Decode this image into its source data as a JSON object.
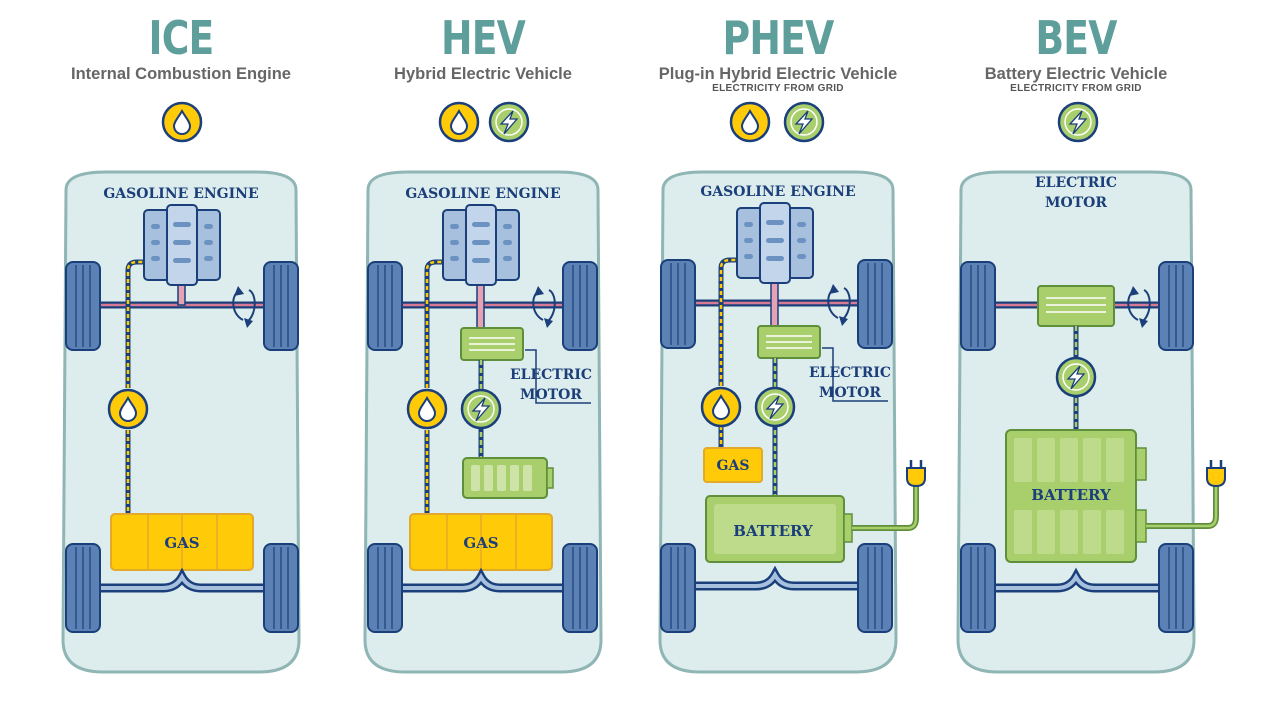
{
  "colors": {
    "title": "#5e9e9b",
    "body": "#ddecec",
    "outline": "#8fb5b5",
    "navy": "#1b3f7a",
    "gas": "#ffca08",
    "gas_line": "#e2a92a",
    "battery": "#a9cf6c",
    "battery_line": "#5f8f3b",
    "tire": "#5c82b5",
    "engine": "#a6c0de"
  },
  "icons": {
    "fuel": "fuel-drop-icon",
    "electric": "lightning-bolt-icon",
    "plug": "power-plug-icon",
    "rotation": "rotation-arrow-icon"
  },
  "panels": [
    {
      "id": "ice",
      "title": "ICE",
      "subtitle": "Internal Combustion Engine",
      "grid_note": "",
      "engine_label": "GASOLINE ENGINE",
      "gas_label": "GAS"
    },
    {
      "id": "hev",
      "title": "HEV",
      "subtitle": "Hybrid Electric Vehicle",
      "grid_note": "",
      "engine_label": "GASOLINE ENGINE",
      "motor_label_1": "ELECTRIC",
      "motor_label_2": "MOTOR",
      "gas_label": "GAS"
    },
    {
      "id": "phev",
      "title": "PHEV",
      "subtitle": "Plug-in Hybrid Electric Vehicle",
      "grid_note": "ELECTRICITY FROM GRID",
      "engine_label": "GASOLINE ENGINE",
      "motor_label_1": "ELECTRIC",
      "motor_label_2": "MOTOR",
      "gas_label": "GAS",
      "battery_label": "BATTERY"
    },
    {
      "id": "bev",
      "title": "BEV",
      "subtitle": "Battery Electric Vehicle",
      "grid_note": "ELECTRICITY FROM GRID",
      "motor_label_1": "ELECTRIC",
      "motor_label_2": "MOTOR",
      "battery_label": "BATTERY"
    }
  ]
}
